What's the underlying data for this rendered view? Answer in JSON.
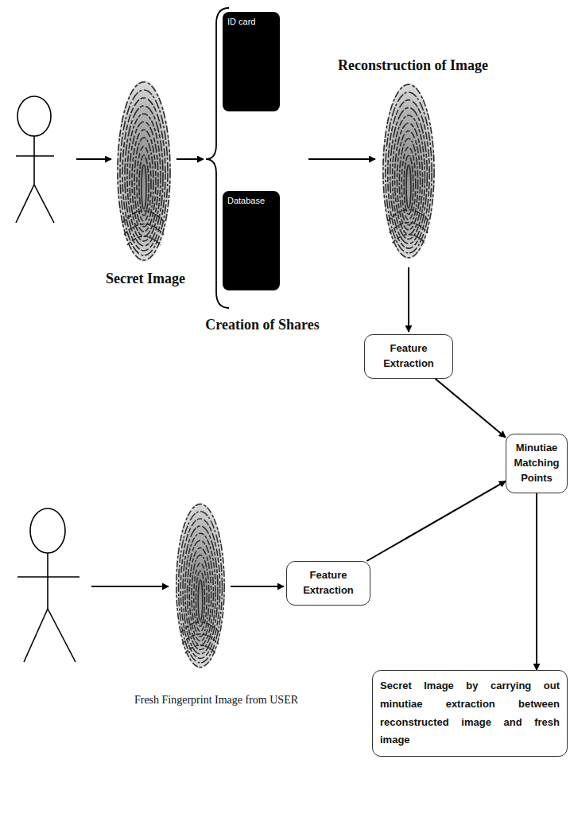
{
  "diagram": {
    "nodes": [
      {
        "text": [
          "ID card"
        ]
      },
      {
        "text": [
          "Database"
        ]
      },
      {
        "text": [
          "Feature Extraction"
        ]
      },
      {
        "text": [
          "Minutiae Matching Points"
        ]
      },
      {
        "text": [
          "Feature Extraction"
        ]
      },
      {
        "text": [
          "Secret Image by carrying out minutiae extraction between reconstructed image and fresh image"
        ]
      }
    ],
    "edges": [
      {
        "from": 2,
        "to": 3,
        "arrow": "to"
      },
      {
        "from": 4,
        "to": 3,
        "arrow": "to"
      },
      {
        "from": 3,
        "to": 5,
        "arrow": "to"
      }
    ],
    "labels": [
      "Secret Image",
      "Creation of Shares",
      "Reconstruction of Image",
      "Fresh Fingerprint Image from USER"
    ]
  }
}
